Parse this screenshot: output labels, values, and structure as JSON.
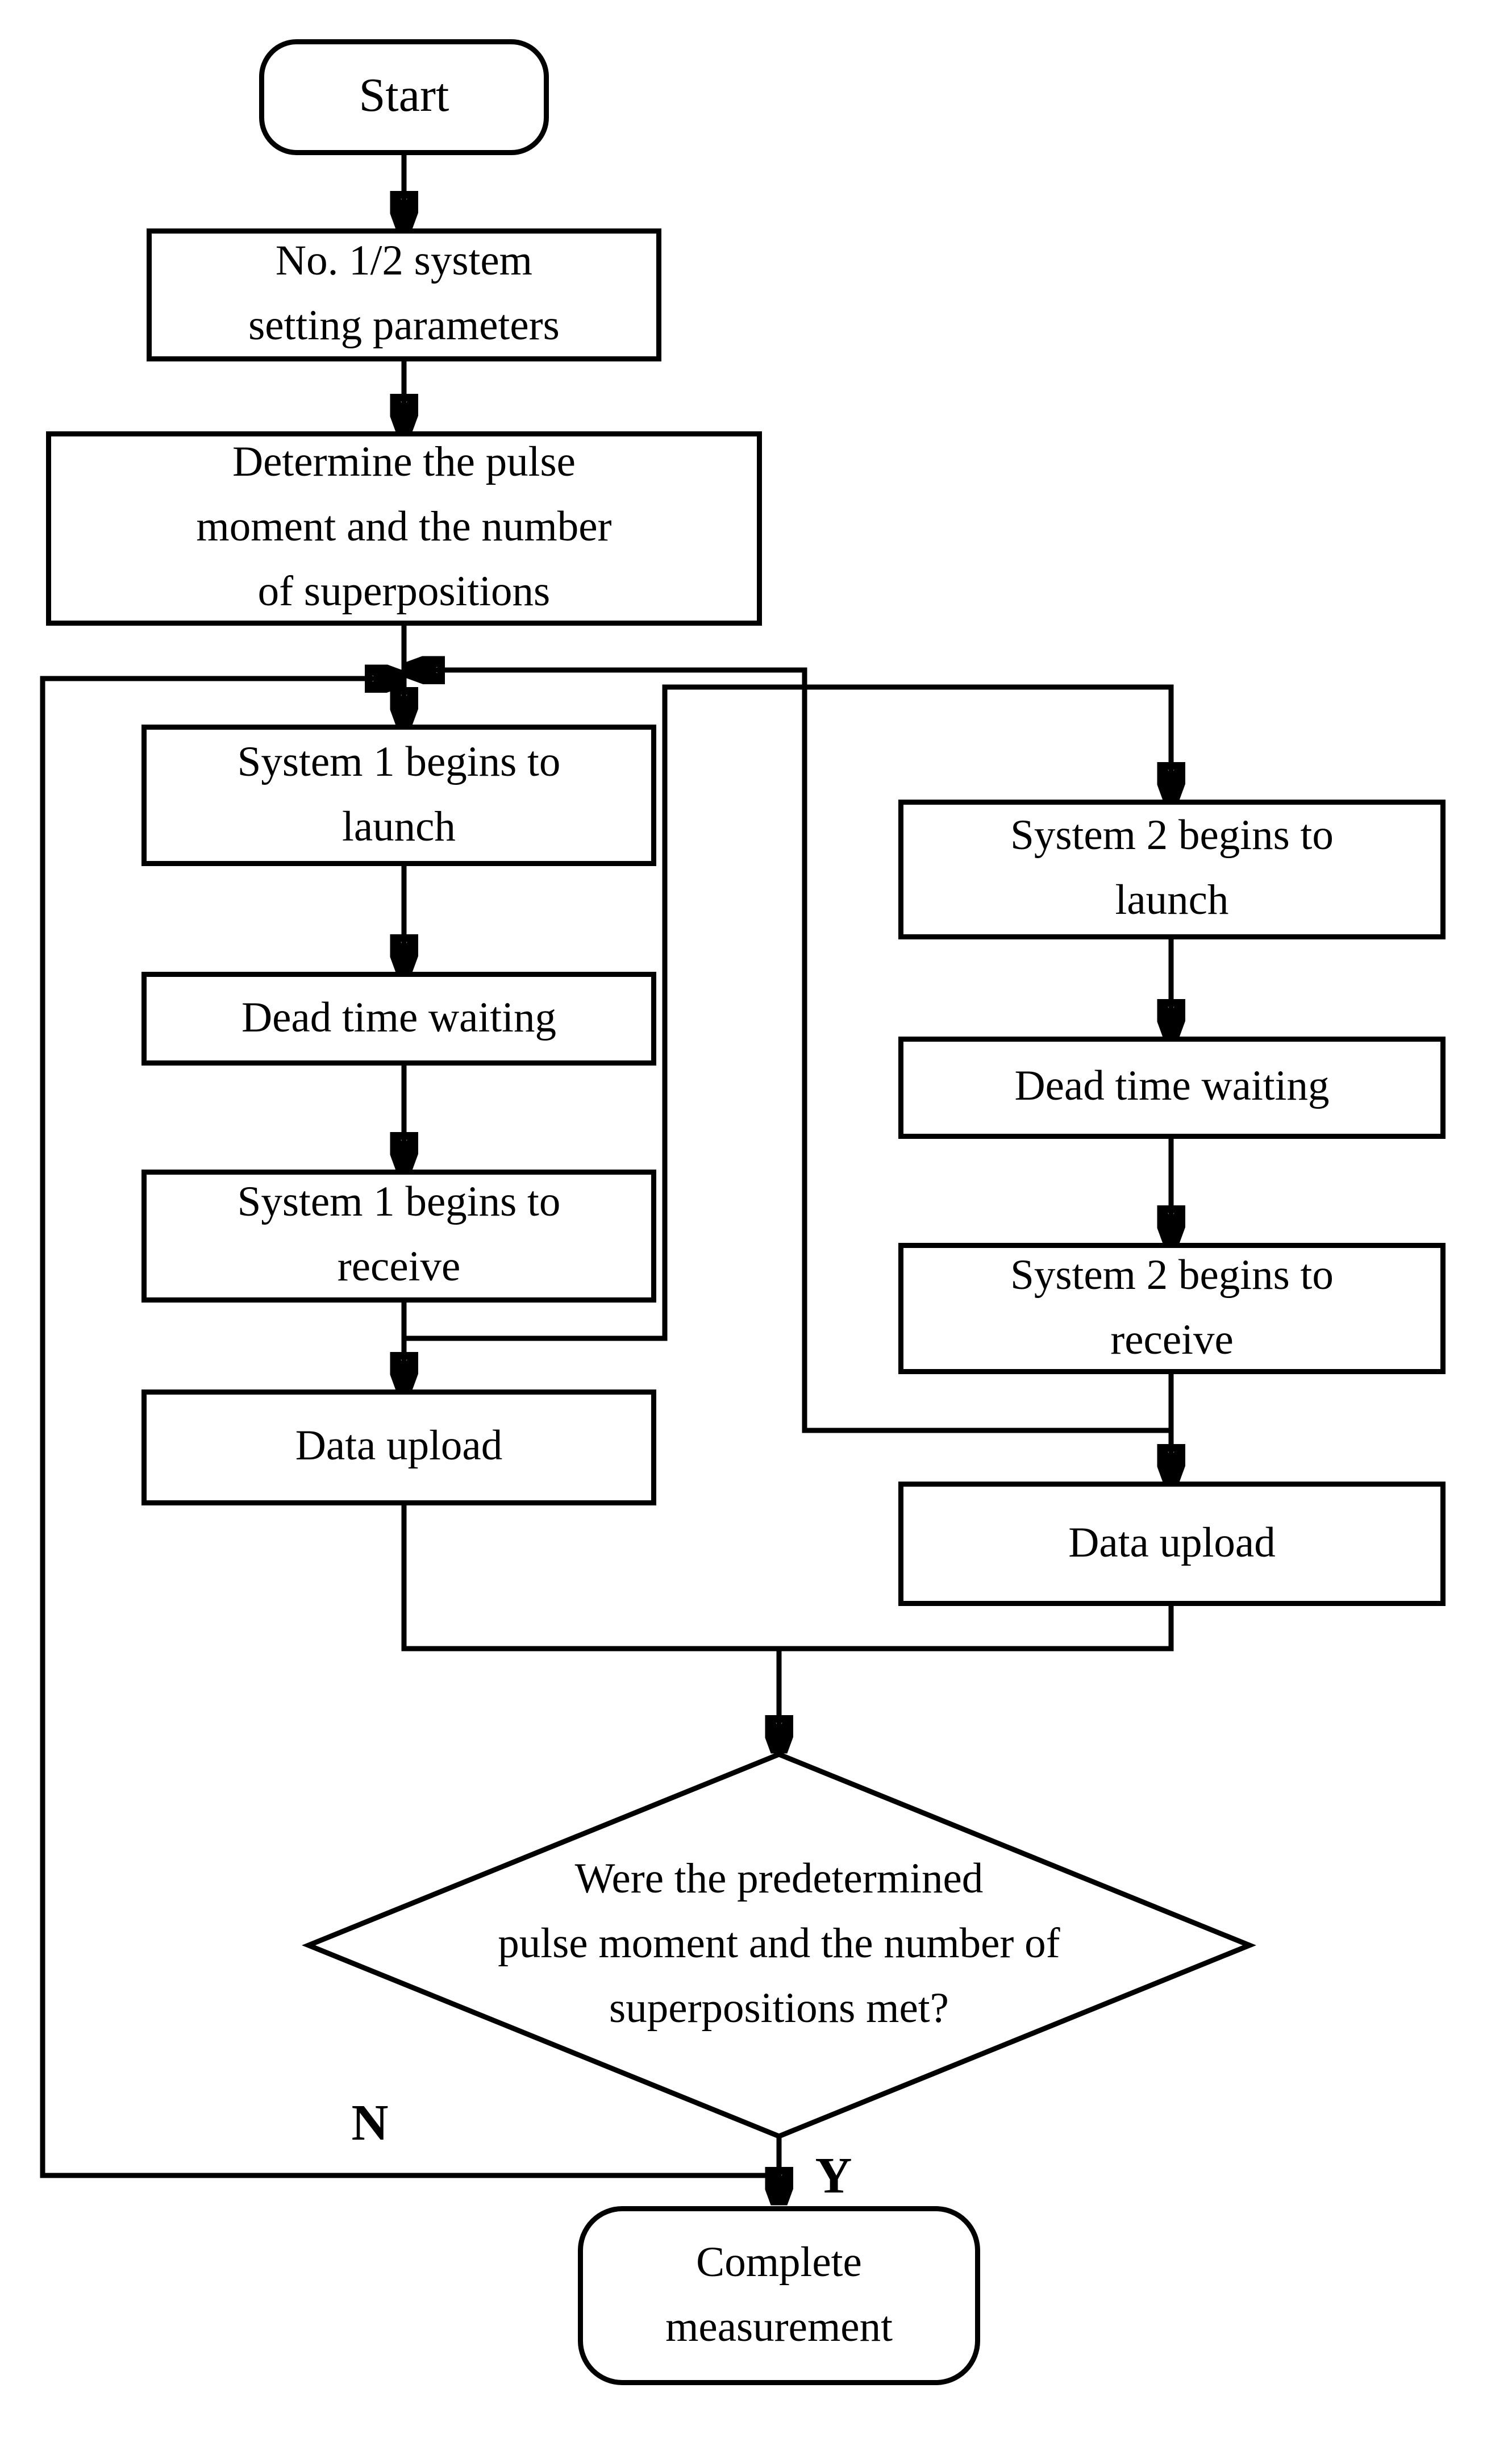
{
  "palette": {
    "ink": "#000000",
    "paper": "#ffffff"
  },
  "nodes": {
    "start": {
      "label": "Start"
    },
    "params": {
      "label": "No. 1/2 system\nsetting parameters"
    },
    "determine": {
      "label": "Determine the pulse\nmoment and the number\nof superpositions"
    },
    "s1_launch": {
      "label": "System 1 begins to\nlaunch"
    },
    "dead_left": {
      "label": "Dead time waiting"
    },
    "s1_receive": {
      "label": "System 1 begins to\nreceive"
    },
    "data_left": {
      "label": "Data upload"
    },
    "s2_launch": {
      "label": "System 2 begins to\nlaunch"
    },
    "dead_right": {
      "label": "Dead time waiting"
    },
    "s2_receive": {
      "label": "System 2 begins to\nreceive"
    },
    "data_right": {
      "label": "Data upload"
    },
    "decision": {
      "label": "Were the predetermined\npulse moment and the number of\nsuperpositions met?"
    },
    "complete": {
      "label": "Complete\nmeasurement"
    }
  },
  "edges": {
    "no_label": "N",
    "yes_label": "Y"
  }
}
